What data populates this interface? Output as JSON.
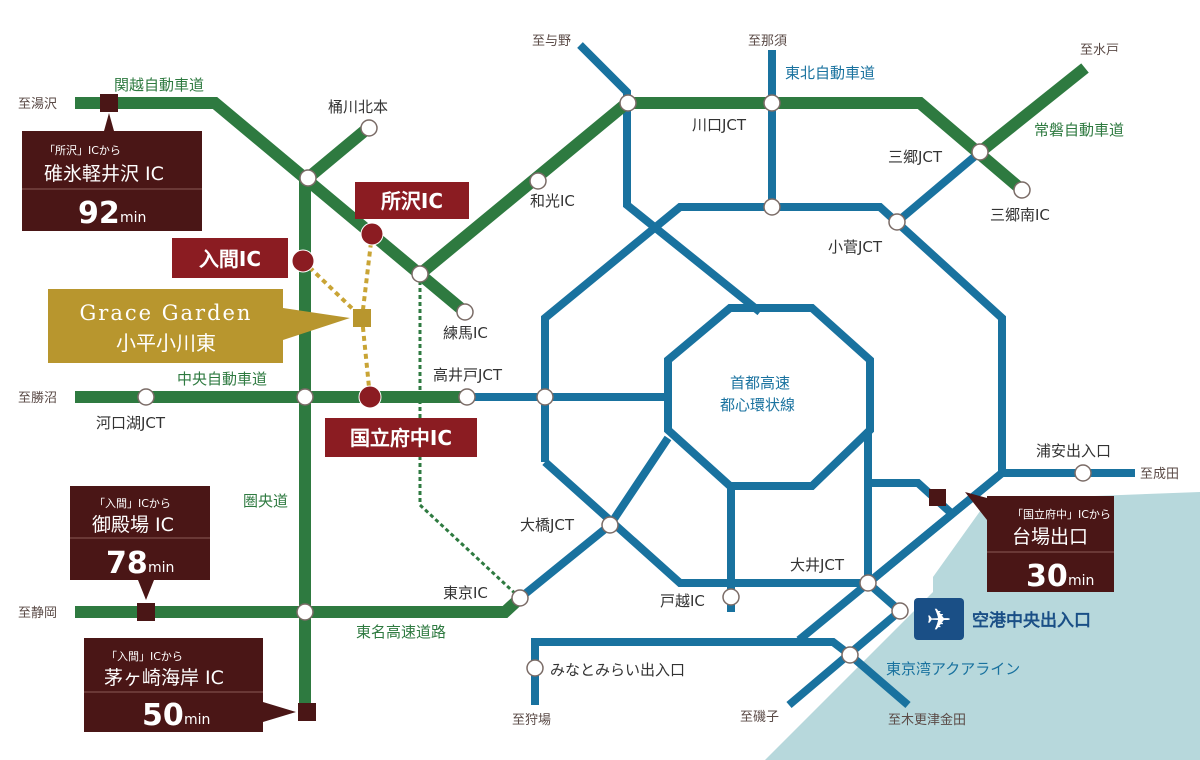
{
  "colors": {
    "expressway_green": "#2e7a40",
    "metro_blue": "#19729f",
    "box_brown": "#4a1616",
    "ic_red": "#8b1c22",
    "property_gold": "#b8962e",
    "sea": "#b7d8dc"
  },
  "directions": {
    "yuzawa": "至湯沢",
    "yono": "至与野",
    "nasu": "至那須",
    "mito": "至水戸",
    "katsunuma": "至勝沼",
    "shizuoka": "至静岡",
    "narita": "至成田",
    "kariba": "至狩場",
    "isogo": "至磯子",
    "kisarazu": "至木更津金田"
  },
  "roads": {
    "kanetsu": "関越自動車道",
    "tohoku": "東北自動車道",
    "joban": "常磐自動車道",
    "chuo": "中央自動車道",
    "kenou": "圏央道",
    "tomei": "東名高速道路",
    "aqualine": "東京湾アクアライン",
    "c1_line1": "首都高速",
    "c1_line2": "都心環状線"
  },
  "places": {
    "okegawa": "桶川北本",
    "wako": "和光IC",
    "nerima": "練馬IC",
    "kawaguchi": "川口JCT",
    "misato": "三郷JCT",
    "misato_minami": "三郷南IC",
    "kosuge": "小菅JCT",
    "takaido": "高井戸JCT",
    "kawaguchiko": "河口湖JCT",
    "ohashi": "大橋JCT",
    "tokyo_ic": "東京IC",
    "togoshi": "戸越IC",
    "ohi": "大井JCT",
    "urayasu": "浦安出入口",
    "minatomirai": "みなとみらい出入口",
    "airport": "空港中央出入口"
  },
  "ic_labels": {
    "tokorozawa": "所沢IC",
    "iruma": "入間IC",
    "kunitachi": "国立府中IC"
  },
  "property": {
    "name": "Grace Garden",
    "area": "小平小川東"
  },
  "time_boxes": [
    {
      "from": "「所沢」ICから",
      "dest": "碓氷軽井沢 IC",
      "minutes": "92",
      "unit": "min"
    },
    {
      "from": "「入間」ICから",
      "dest": "御殿場 IC",
      "minutes": "78",
      "unit": "min"
    },
    {
      "from": "「入間」ICから",
      "dest": "茅ヶ崎海岸 IC",
      "minutes": "50",
      "unit": "min"
    },
    {
      "from": "「国立府中」ICから",
      "dest": "台場出口",
      "minutes": "30",
      "unit": "min"
    }
  ]
}
